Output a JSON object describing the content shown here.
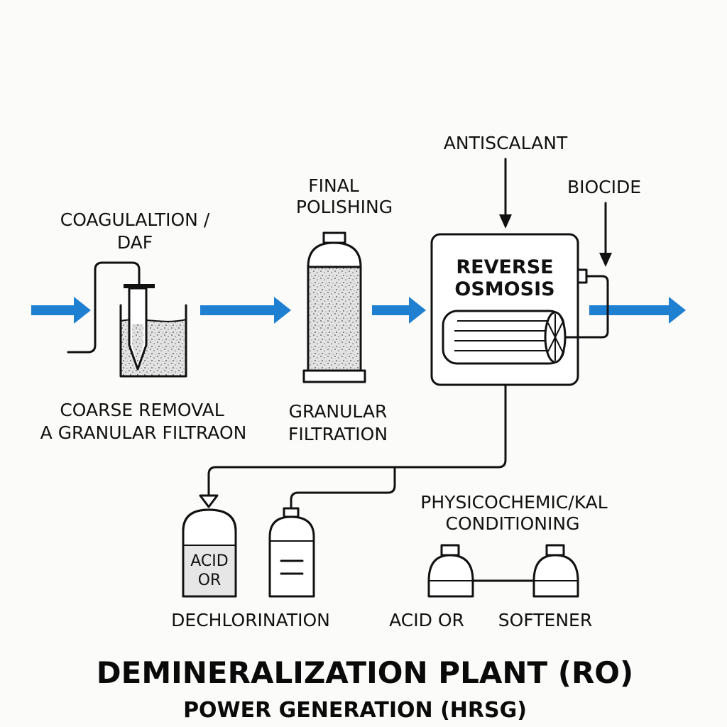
{
  "colors": {
    "flow_arrow": "#1f7fd1",
    "line": "#111111",
    "fill_light": "#e6e6e6",
    "background": "#fbfbf9"
  },
  "labels": {
    "coagulation_line1": "COAGULALTION /",
    "coagulation_line2": "DAF",
    "coarse_line1": "COARSE REMOVAL",
    "coarse_line2": "A GRANULAR FILTRAON",
    "final_line1": "FINAL",
    "final_line2": "POLISHING",
    "granular_line1": "GRANULAR",
    "granular_line2": "FILTRATION",
    "antiscalant": "ANTISCALANT",
    "biocide": "BIOCIDE",
    "ro_line1": "REVERSE",
    "ro_line2": "OSMOSIS",
    "tank_inner_line1": "ACID",
    "tank_inner_line2": "OR",
    "dechlorination": "DECHLORINATION",
    "physico_line1": "PHYSICOCHEMIC/KAL",
    "physico_line2": "CONDITIONING",
    "acid_or": "ACID OR",
    "softener": "SOFTENER"
  },
  "footer": {
    "title": "DEMINERALIZATION PLANT (RO)",
    "subtitle": "POWER GENERATION (HRSG)"
  },
  "icons": [
    "flow-arrow-icon",
    "dosing-pipe-icon",
    "settling-tank-icon",
    "polishing-filter-icon",
    "ro-membrane-icon",
    "chemical-tank-icon",
    "conditioning-vessel-icon"
  ]
}
